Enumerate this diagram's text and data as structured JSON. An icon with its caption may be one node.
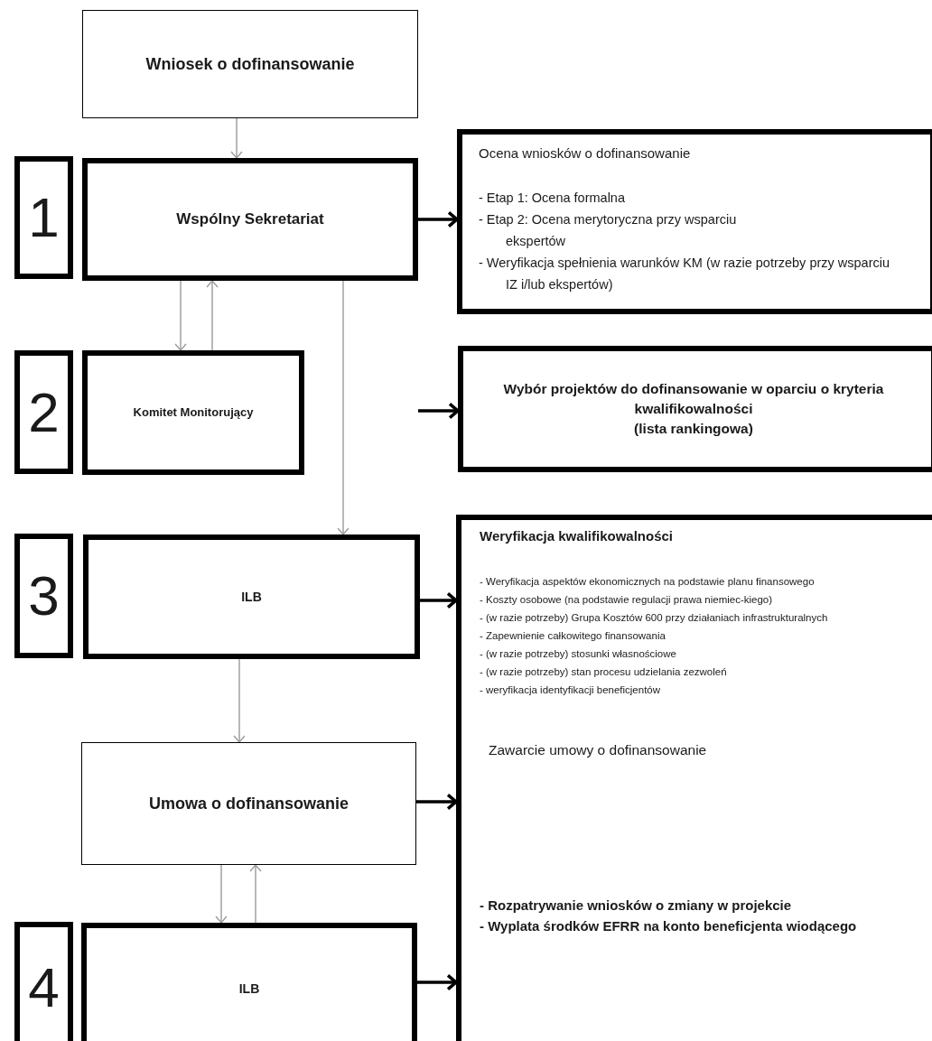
{
  "diagram": {
    "nodes": [
      {
        "text": [
          "Wniosek o dofinansowanie"
        ]
      },
      {
        "text": [
          "1"
        ]
      },
      {
        "text": [
          "Wspólny Sekretariat"
        ]
      },
      {
        "text": [
          "Ocena wniosków o dofinansowanie",
          "- Etap 1: Ocena formalna",
          "- Etap 2: Ocena merytoryczna przy wsparciu ekspertów",
          "- Weryfikacja spełnienia warunków KM (w razie potrzeby przy wsparciu IZ i/lub ekspertów)"
        ]
      },
      {
        "text": [
          "2"
        ]
      },
      {
        "text": [
          "Komitet Monitorujący"
        ]
      },
      {
        "text": [
          "Wybór projektów do dofinansowanie w oparciu o kryteria kwalifikowalności",
          "(lista rankingowa)"
        ]
      },
      {
        "text": [
          "3"
        ]
      },
      {
        "text": [
          "ILB"
        ]
      },
      {
        "text": [
          "Weryfikacja kwalifikowalności",
          "- Weryfikacja aspektów ekonomicznych na podstawie planu finansowego",
          "- Koszty osobowe (na podstawie regulacji prawa niemiec-kiego)",
          "- (w razie potrzeby) Grupa Kosztów 600 przy działaniach infrastrukturalnych",
          "- Zapewnienie całkowitego finansowania",
          "- (w razie potrzeby) stosunki własnościowe",
          "- (w razie potrzeby) stan procesu udzielania zezwoleń",
          "- weryfikacja identyfikacji beneficjentów",
          "Zawarcie umowy o dofinansowanie",
          "- Rozpatrywanie wniosków o zmiany w projekcie",
          "- Wyplata środków EFRR na konto beneficjenta wiodącego"
        ]
      },
      {
        "text": [
          "Umowa o dofinansowanie"
        ]
      },
      {
        "text": [
          "4"
        ]
      },
      {
        "text": [
          "ILB"
        ]
      }
    ],
    "edges": [
      {
        "from": 0,
        "to": 2,
        "arrow": "to"
      },
      {
        "from": 2,
        "to": 5,
        "arrow": "to"
      },
      {
        "from": 5,
        "to": 2,
        "arrow": "to"
      },
      {
        "from": 2,
        "to": 8,
        "arrow": "to"
      },
      {
        "from": 8,
        "to": 10,
        "arrow": "to"
      },
      {
        "from": 10,
        "to": 12,
        "arrow": "to"
      },
      {
        "from": 12,
        "to": 10,
        "arrow": "to"
      },
      {
        "from": 2,
        "to": 3,
        "arrow": "to",
        "style": "thick",
        "color": "#000000"
      },
      {
        "from": null,
        "to": 6,
        "arrow": "to",
        "style": "thick",
        "color": "#000000"
      },
      {
        "from": 8,
        "to": 9,
        "arrow": "to",
        "style": "thick",
        "color": "#000000"
      },
      {
        "from": 10,
        "to": 9,
        "arrow": "to",
        "style": "thick",
        "color": "#000000"
      },
      {
        "from": 12,
        "to": 9,
        "arrow": "to",
        "style": "thick",
        "color": "#000000"
      }
    ]
  }
}
